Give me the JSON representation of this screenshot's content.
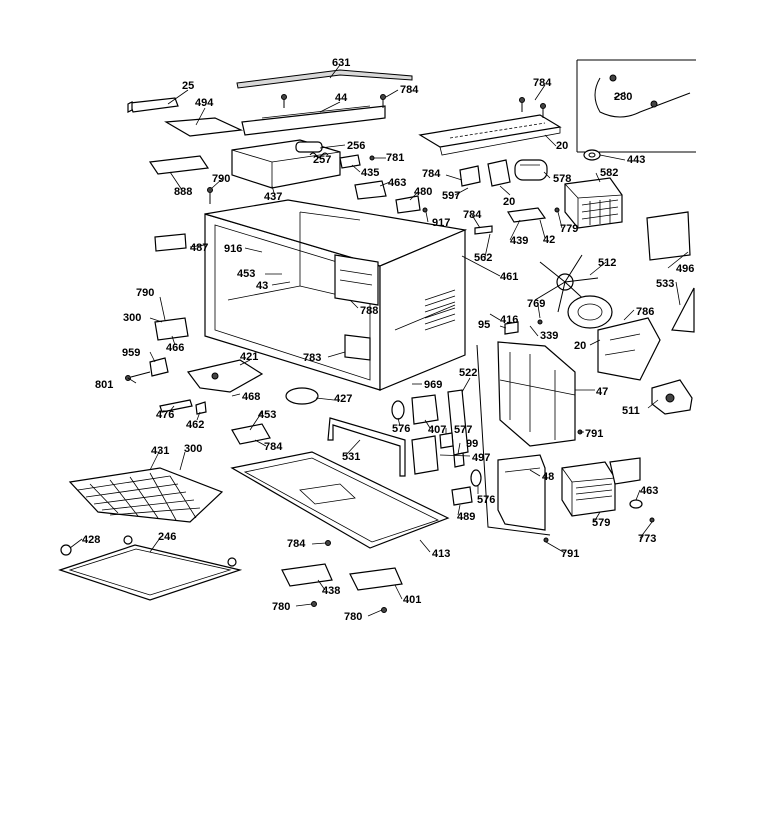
{
  "labels": {
    "l631": "631",
    "l25": "25",
    "l494": "494",
    "l44": "44",
    "l784a": "784",
    "l784b": "784",
    "l280": "280",
    "l256": "256",
    "l257": "257",
    "l781": "781",
    "l20a": "20",
    "l443": "443",
    "l888": "888",
    "l790a": "790",
    "l437": "437",
    "l435": "435",
    "l463a": "463",
    "l480": "480",
    "l784c": "784",
    "l597": "597",
    "l20b": "20",
    "l578": "578",
    "l582": "582",
    "l917": "917",
    "l784d": "784",
    "l439": "439",
    "l42": "42",
    "l779": "779",
    "l487": "487",
    "l916": "916",
    "l562": "562",
    "l461": "461",
    "l496": "496",
    "l512": "512",
    "l453a": "453",
    "l43": "43",
    "l533": "533",
    "l790b": "790",
    "l300a": "300",
    "l788": "788",
    "l416": "416",
    "l769": "769",
    "l95": "95",
    "l339": "339",
    "l786": "786",
    "l466": "466",
    "l20c": "20",
    "l959": "959",
    "l421": "421",
    "l783": "783",
    "l801": "801",
    "l969": "969",
    "l522": "522",
    "l47": "47",
    "l511": "511",
    "l468": "468",
    "l427": "427",
    "l476": "476",
    "l462": "462",
    "l453b": "453",
    "l576a": "576",
    "l407": "407",
    "l577": "577",
    "l791a": "791",
    "l784e": "784",
    "l99": "99",
    "l431": "431",
    "l300b": "300",
    "l531": "531",
    "l497": "497",
    "l48": "48",
    "l576b": "576",
    "l463b": "463",
    "l489": "489",
    "l579": "579",
    "l773": "773",
    "l428": "428",
    "l246": "246",
    "l784f": "784",
    "l413": "413",
    "l791b": "791",
    "l438": "438",
    "l401": "401",
    "l780a": "780",
    "l780b": "780"
  }
}
